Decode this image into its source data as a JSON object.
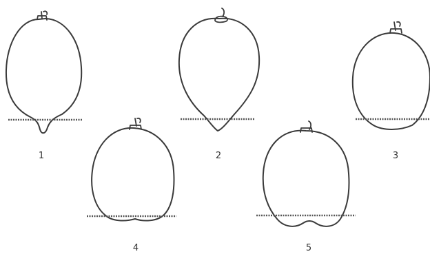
{
  "figure": {
    "shapes": [
      {
        "label": "1"
      },
      {
        "label": "2"
      },
      {
        "label": "3"
      },
      {
        "label": "4"
      },
      {
        "label": "5"
      }
    ]
  }
}
